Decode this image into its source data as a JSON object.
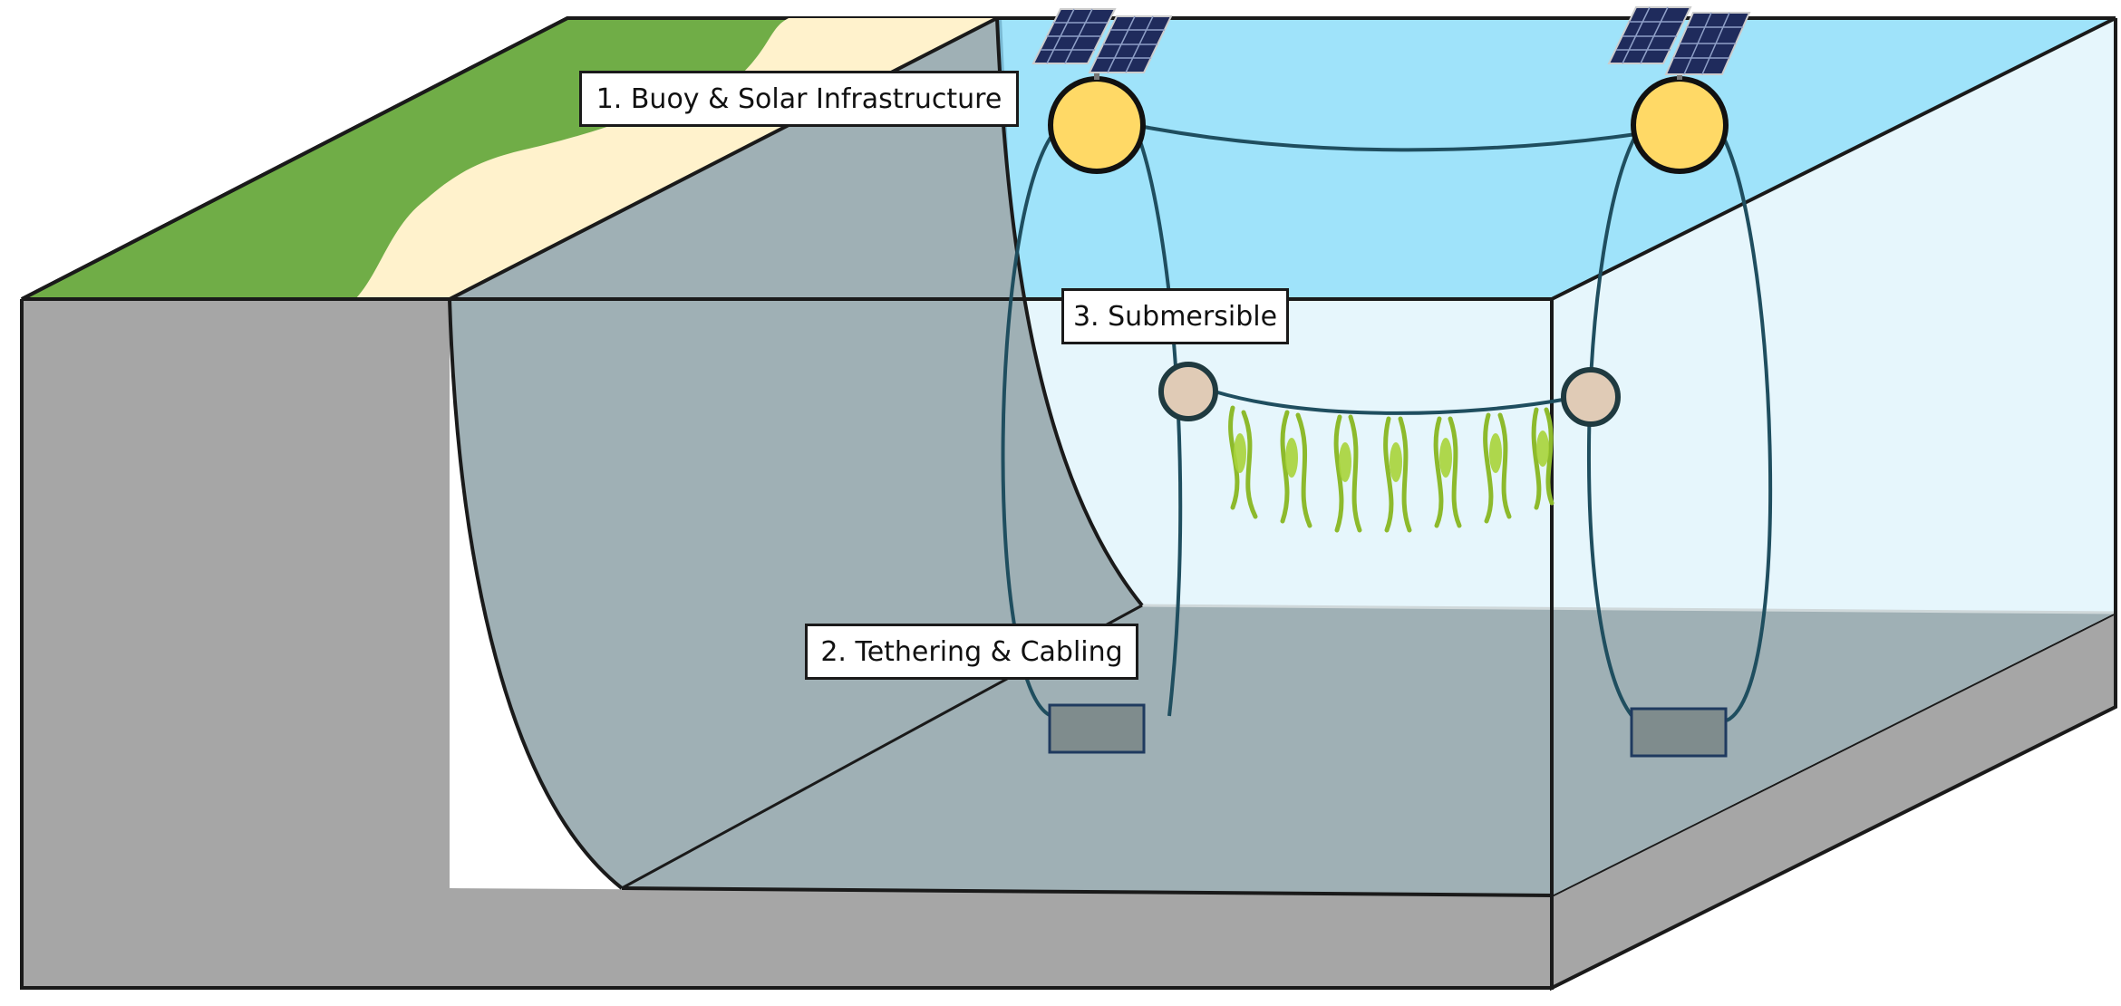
{
  "labels": {
    "buoy_solar": "1. Buoy & Solar Infrastructure",
    "submersible": "3. Submersible",
    "tethering": "2. Tethering & Cabling"
  },
  "colors": {
    "land_green": "#70AD47",
    "sand": "#FFF2CC",
    "seabed_gray": "#A6A6A6",
    "water_surface": "#9FE3FA",
    "water_surface_dark": "#72B2CB",
    "water_volume": "#E6F6FC",
    "water_shadow": "#9FB0B5",
    "buoy_yellow": "#FFD966",
    "float_beige": "#E0CBB6",
    "anchor_gray": "#7F8C8D",
    "outline": "#1a1a1a",
    "cable": "#1F4E5F",
    "solar_panel": "#1F2B5C",
    "kelp": "#9ACD32"
  },
  "icons": {
    "solar_panel": "solar-panel-icon",
    "buoy": "buoy-icon",
    "float": "submersible-float-icon",
    "anchor": "anchor-block-icon",
    "kelp": "kelp-icon"
  }
}
